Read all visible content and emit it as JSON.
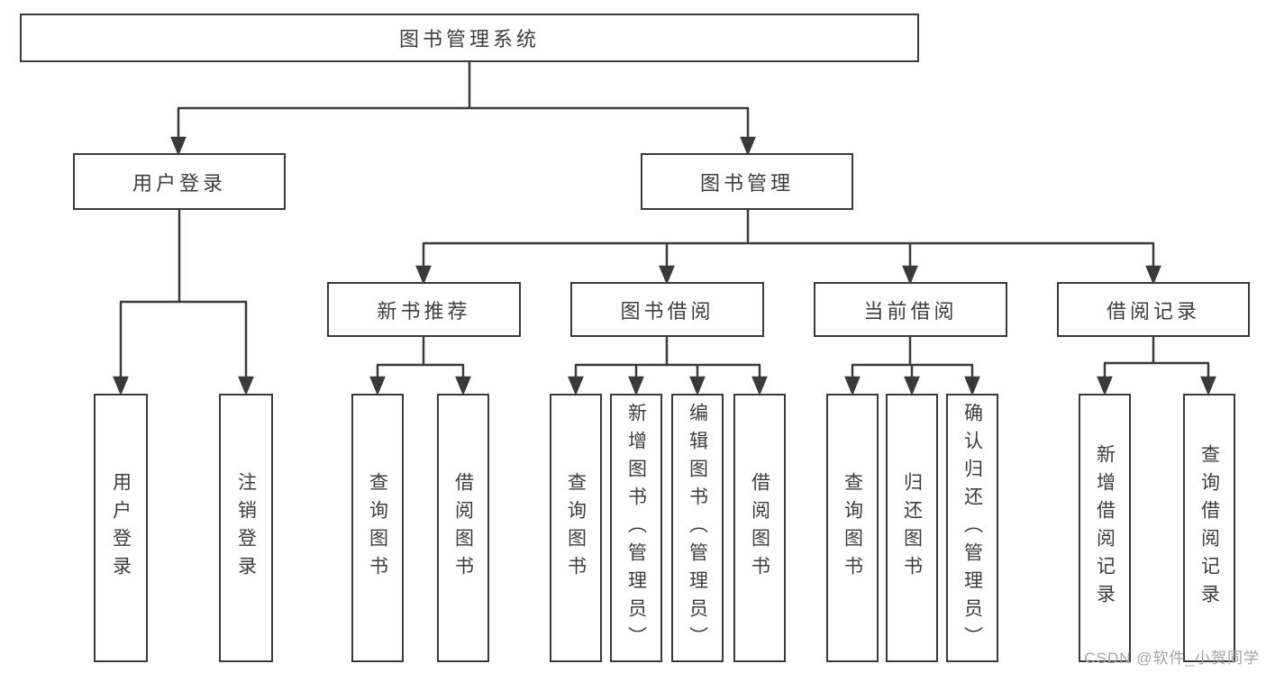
{
  "page": {
    "background": "#ffffff",
    "line_color": "#3a3a3a",
    "text_color": "#3d3d3d"
  },
  "tree": {
    "label": "图书管理系统",
    "children": [
      {
        "label": "用户登录",
        "children": [
          {
            "label": "用户登录"
          },
          {
            "label": "注销登录"
          }
        ]
      },
      {
        "label": "图书管理",
        "children": [
          {
            "label": "新书推荐",
            "children": [
              {
                "label": "查询图书"
              },
              {
                "label": "借阅图书"
              }
            ]
          },
          {
            "label": "图书借阅",
            "children": [
              {
                "label": "查询图书"
              },
              {
                "label": "新增图书（管理员）"
              },
              {
                "label": "编辑图书（管理员）"
              },
              {
                "label": "借阅图书"
              }
            ]
          },
          {
            "label": "当前借阅",
            "children": [
              {
                "label": "查询图书"
              },
              {
                "label": "归还图书"
              },
              {
                "label": "确认归还（管理员）"
              }
            ]
          },
          {
            "label": "借阅记录",
            "children": [
              {
                "label": "新增借阅记录"
              },
              {
                "label": "查询借阅记录"
              }
            ]
          }
        ]
      }
    ]
  },
  "watermark": {
    "text": "CSDN @软件_小贺同学",
    "color": "#a3a3a3"
  }
}
